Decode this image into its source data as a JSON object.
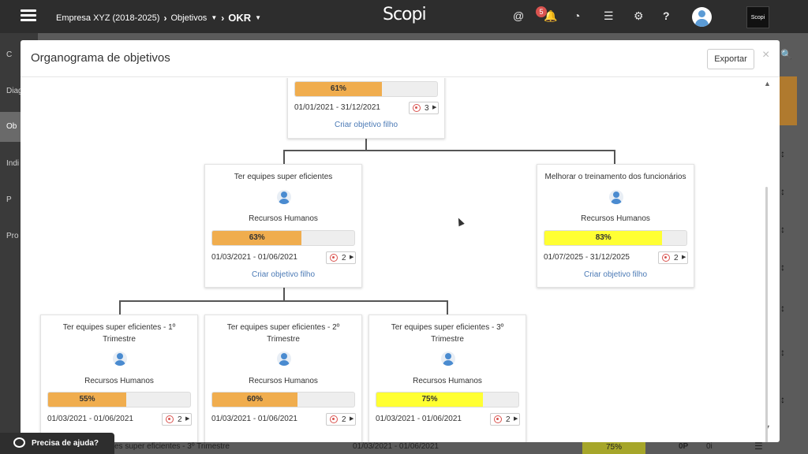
{
  "topbar": {
    "breadcrumbs": [
      "Empresa XYZ (2018-2025)",
      "Objetivos",
      "OKR"
    ],
    "logo": "Scopi",
    "notification_count": "5",
    "company_logo": "Scopi",
    "icons": [
      "menu-icon",
      "at-icon",
      "bell-icon",
      "dashboard-icon",
      "list-icon",
      "gear-icon",
      "help-icon",
      "user-avatar"
    ]
  },
  "sidebar": {
    "items": [
      "C",
      "Diag",
      "Ob",
      "Indi",
      "P",
      "Pro"
    ]
  },
  "modal": {
    "title": "Organograma de objetivos",
    "export_label": "Exportar",
    "close_label": "×"
  },
  "create_child_label": "Criar objetivo filho",
  "cards": [
    {
      "title": "",
      "dept": "",
      "progress": 61,
      "progress_label": "61%",
      "bar_color": "#f0ad4e",
      "dates": "01/01/2021 - 31/12/2021",
      "risks": "3"
    },
    {
      "title": "Ter equipes super eficientes",
      "dept": "Recursos Humanos",
      "progress": 63,
      "progress_label": "63%",
      "bar_color": "#f0ad4e",
      "dates": "01/03/2021 - 01/06/2021",
      "risks": "2"
    },
    {
      "title": "Melhorar o treinamento dos funcionários",
      "dept": "Recursos Humanos",
      "progress": 83,
      "progress_label": "83%",
      "bar_color": "#ffff33",
      "dates": "01/07/2025 - 31/12/2025",
      "risks": "2"
    },
    {
      "title": "Ter equipes super eficientes - 1º Trimestre",
      "dept": "Recursos Humanos",
      "progress": 55,
      "progress_label": "55%",
      "bar_color": "#f0ad4e",
      "dates": "01/03/2021 - 01/06/2021",
      "risks": "2"
    },
    {
      "title": "Ter equipes super eficientes - 2º Trimestre",
      "dept": "Recursos Humanos",
      "progress": 60,
      "progress_label": "60%",
      "bar_color": "#f0ad4e",
      "dates": "01/03/2021 - 01/06/2021",
      "risks": "2"
    },
    {
      "title": "Ter equipes super eficientes - 3º Trimestre",
      "dept": "Recursos Humanos",
      "progress": 75,
      "progress_label": "75%",
      "bar_color": "#ffff33",
      "dates": "01/03/2021 - 01/06/2021",
      "risks": "2"
    }
  ],
  "background_row": {
    "name": "es super eficientes - 3º Trimestre",
    "dates": "01/03/2021 - 01/06/2021",
    "progress_label": "75%",
    "col_a": "0P",
    "col_b": "0i"
  },
  "help": {
    "label": "Precisa de ajuda?"
  }
}
